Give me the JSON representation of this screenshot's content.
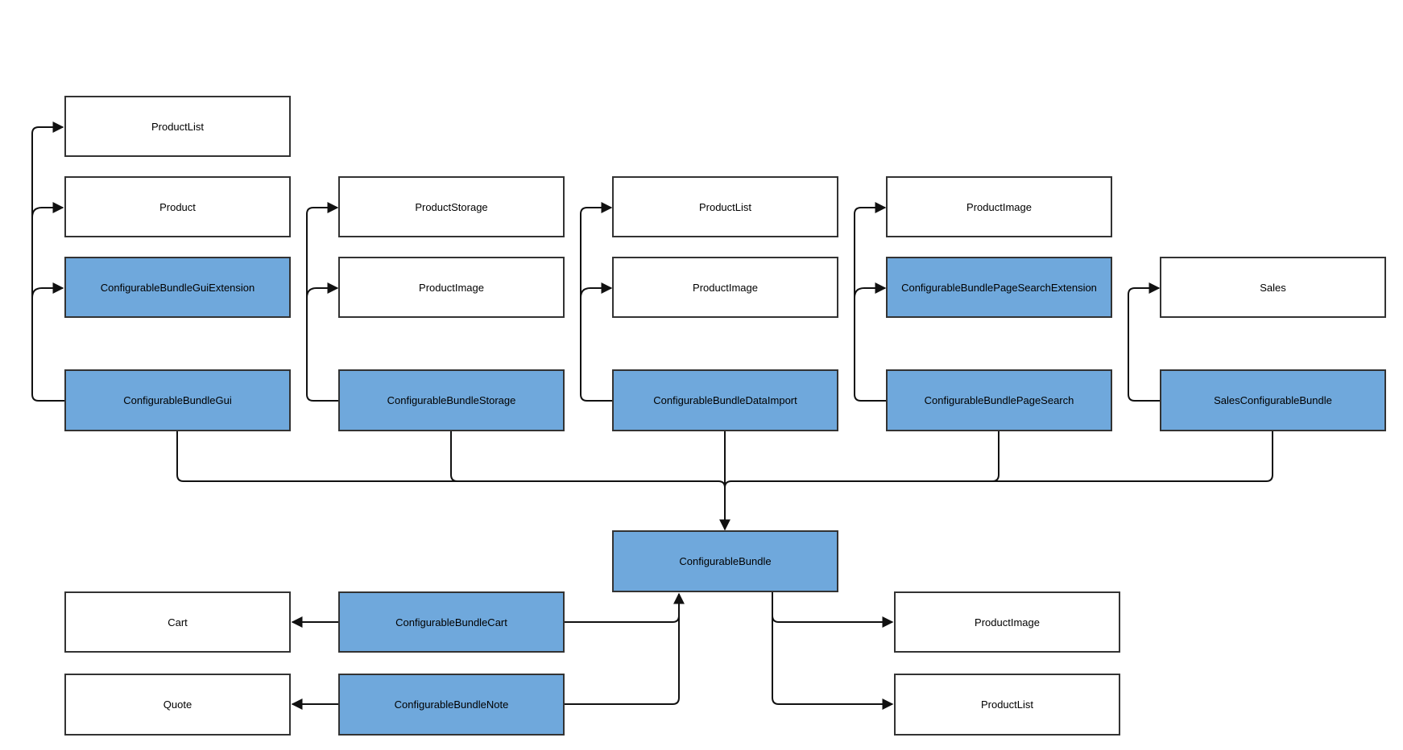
{
  "colors": {
    "module_fill": "#6fa8dc",
    "dependency_fill": "#ffffff",
    "stroke": "#333333",
    "edge": "#111111"
  },
  "nodes": {
    "gui_productlist": "ProductList",
    "gui_product": "Product",
    "gui_extension": "ConfigurableBundleGuiExtension",
    "gui": "ConfigurableBundleGui",
    "storage_productstorage": "ProductStorage",
    "storage_productimage": "ProductImage",
    "storage": "ConfigurableBundleStorage",
    "import_productlist": "ProductList",
    "import_productimage": "ProductImage",
    "dataimport": "ConfigurableBundleDataImport",
    "search_productimage": "ProductImage",
    "search_extension": "ConfigurableBundlePageSearchExtension",
    "pagesearch": "ConfigurableBundlePageSearch",
    "sales": "Sales",
    "salesbundle": "SalesConfigurableBundle",
    "bundle": "ConfigurableBundle",
    "cart": "Cart",
    "bundlecart": "ConfigurableBundleCart",
    "quote": "Quote",
    "bundlenote": "ConfigurableBundleNote",
    "bundle_productimage": "ProductImage",
    "bundle_productlist": "ProductList"
  }
}
